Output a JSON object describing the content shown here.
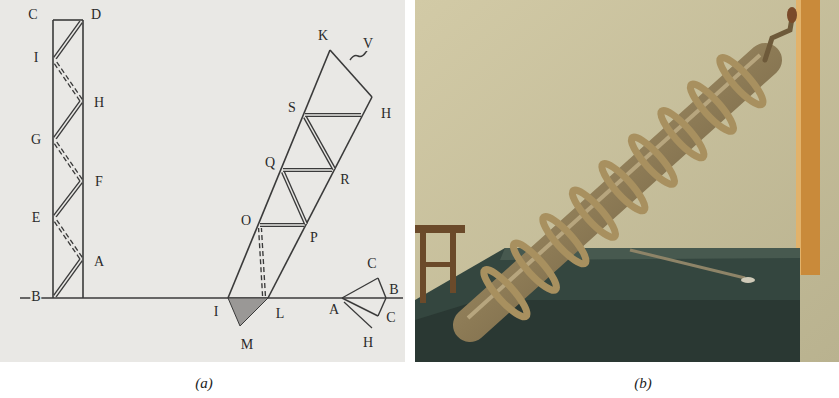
{
  "diagram": {
    "labels": [
      "C",
      "D",
      "I",
      "H",
      "G",
      "F",
      "E",
      "A",
      "B",
      "K",
      "V",
      "S",
      "H",
      "Q",
      "R",
      "O",
      "P",
      "I",
      "L",
      "M",
      "C",
      "B",
      "A",
      "C",
      "H",
      "(a)",
      "(b)"
    ]
  }
}
